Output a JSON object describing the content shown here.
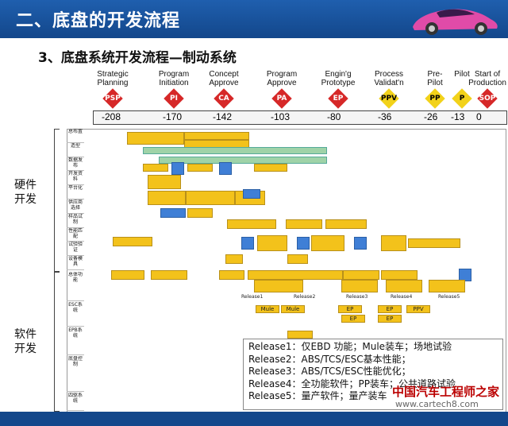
{
  "header": {
    "title": "二、底盘的开发流程"
  },
  "subtitle": "3、底盘系统开发流程—制动系统",
  "phases": [
    {
      "label": "Strategic\nPlanning",
      "code": "PSP",
      "time": "-208",
      "color": "#d62828"
    },
    {
      "label": "Program\nInitiation",
      "code": "PI",
      "time": "-170",
      "color": "#d62828"
    },
    {
      "label": "Concept\nApprove",
      "code": "CA",
      "time": "-142",
      "color": "#d62828"
    },
    {
      "label": "Program\nApprove",
      "code": "PA",
      "time": "-103",
      "color": "#d62828"
    },
    {
      "label": "Engin'g\nPrototype",
      "code": "EP",
      "time": "-80",
      "color": "#d62828"
    },
    {
      "label": "Process\nValidat'n",
      "code": "PPV",
      "time": "-36",
      "color": "#f2d21a"
    },
    {
      "label": "Pre-\nPilot",
      "code": "PP",
      "time": "-26",
      "color": "#f2d21a"
    },
    {
      "label": "Pilot",
      "code": "P",
      "time": "-13",
      "color": "#f2d21a"
    },
    {
      "label": "Start of\nProduction",
      "code": "SOP",
      "time": "0",
      "color": "#d62828"
    }
  ],
  "sections": {
    "hardware": "硬件\n开发",
    "software": "软件\n开发"
  },
  "hw_rows": [
    "总布置",
    "造型",
    "数据发布",
    "开发资料",
    "平台化",
    "供应商选择",
    "样品试制",
    "性能匹配",
    "试验验证",
    "设备模具"
  ],
  "sw_rows": [
    "总体功能",
    "ESC系统",
    "EPB系统",
    "底盘控制",
    "四驱系统"
  ],
  "legend": [
    "Release1：仅EBD 功能；Mule装车；场地试验",
    "Release2：ABS/TCS/ESC基本性能；",
    "Release3：ABS/TCS/ESC性能优化；",
    "Release4：全功能软件；PP装车；公共道路试验",
    "Release5：量产软件；量产装车"
  ],
  "timeline_labels": [
    "Release1",
    "Release2",
    "Release3",
    "Release4",
    "Release5"
  ],
  "sw_labels": [
    "Mule",
    "Mule",
    "EP",
    "EP",
    "PPV",
    "EP",
    "EP"
  ],
  "watermark": {
    "line1": "中国汽车工程师之家",
    "line2": "www.cartech8.com"
  }
}
